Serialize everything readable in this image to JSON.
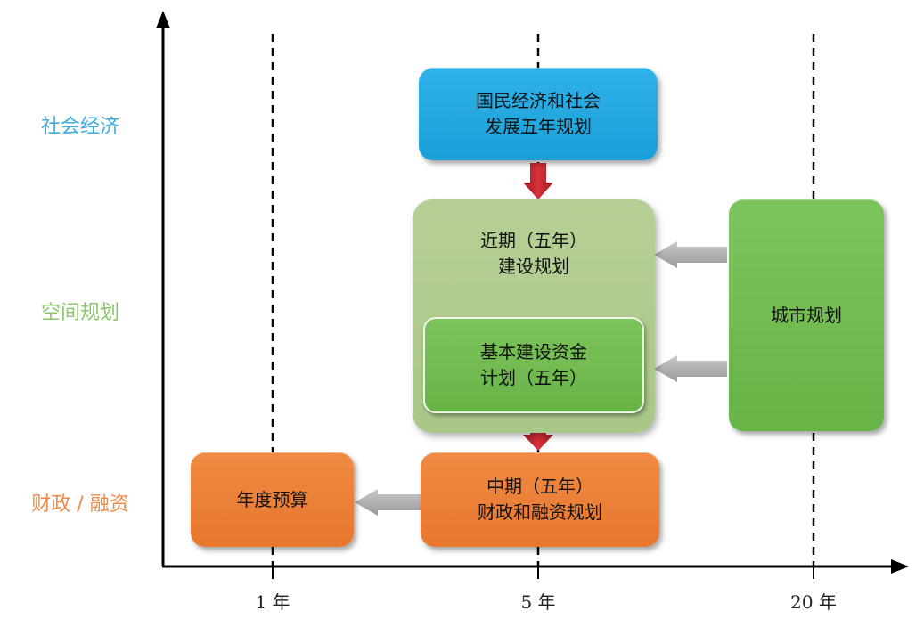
{
  "rows": {
    "social": {
      "label": "社会经济",
      "color": "#3aaee0"
    },
    "spatial": {
      "label": "空间规划",
      "color": "#8cc66b"
    },
    "fiscal": {
      "label": "财政 / 融资",
      "color": "#ee8a48"
    }
  },
  "x_axis": {
    "ticks": [
      "1 年",
      "5 年",
      "20 年"
    ]
  },
  "boxes": {
    "national_plan": {
      "line1": "国民经济和社会",
      "line2": "发展五年规划",
      "color": "#1fa6dd"
    },
    "near_term": {
      "line1": "近期（五年）",
      "line2": "建设规划",
      "color": "#b0cb90"
    },
    "capital_plan": {
      "line1": "基本建设资金",
      "line2": "计划（五年）",
      "color": "#72bc50"
    },
    "city_plan": {
      "line1": "城市规划",
      "color": "#72bc50"
    },
    "annual_budget": {
      "line1": "年度预算",
      "color": "#ee7f38"
    },
    "mid_term": {
      "line1": "中期（五年）",
      "line2": "财政和融资规划",
      "color": "#ee7f38"
    }
  },
  "colors": {
    "down_arrow": "#c3202a",
    "side_arrow": "#a9a9a9",
    "axis": "#000000"
  }
}
